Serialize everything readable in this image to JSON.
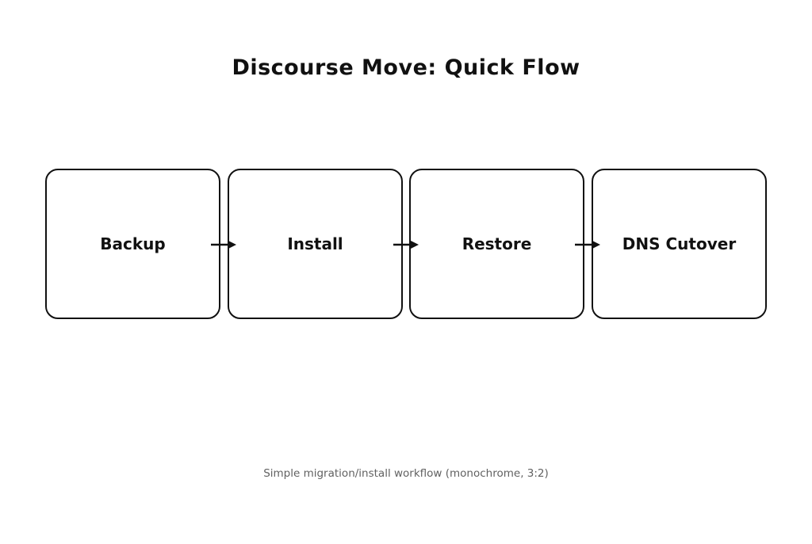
{
  "title": "Discourse Move: Quick Flow",
  "caption": "Simple migration/install workflow (monochrome, 3:2)",
  "diagram": {
    "type": "flowchart",
    "direction": "left-to-right",
    "steps": [
      {
        "label": "Backup"
      },
      {
        "label": "Install"
      },
      {
        "label": "Restore"
      },
      {
        "label": "DNS Cutover"
      }
    ],
    "connections": [
      {
        "from": "Backup",
        "to": "Install"
      },
      {
        "from": "Install",
        "to": "Restore"
      },
      {
        "from": "Restore",
        "to": "DNS Cutover"
      }
    ]
  },
  "colors": {
    "background": "#ffffff",
    "stroke": "#111111",
    "text": "#111111",
    "caption": "#616161"
  }
}
